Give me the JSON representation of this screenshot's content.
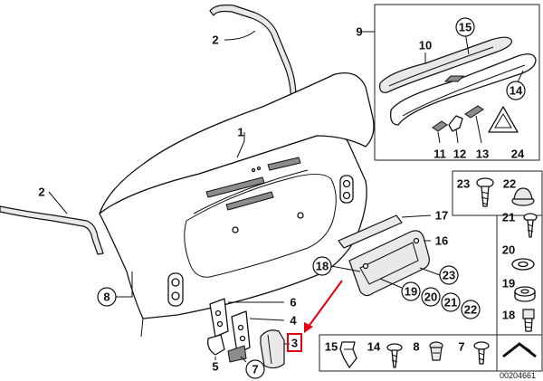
{
  "callouts": {
    "n1": "1",
    "n2a": "2",
    "n2b": "2",
    "n3": "3",
    "n4": "4",
    "n5": "5",
    "n6": "6",
    "n7a": "7",
    "n7b": "7",
    "n8a": "8",
    "n8b": "8",
    "n9": "9",
    "n10": "10",
    "n11": "11",
    "n12": "12",
    "n13": "13",
    "n14a": "14",
    "n14b": "14",
    "n15a": "15",
    "n15b": "15",
    "n16": "16",
    "n17": "17",
    "n18a": "18",
    "n18b": "18",
    "n19a": "19",
    "n19b": "19",
    "n20a": "20",
    "n20b": "20",
    "n21a": "21",
    "n21b": "21",
    "n22a": "22",
    "n22b": "22",
    "n23a": "23",
    "n23b": "23",
    "n24": "24"
  },
  "diagram_code": "00204661",
  "colors": {
    "highlight": "#e3000f",
    "arrow": "#e3000f",
    "line": "#111111",
    "part_fill_grey": "#e9e9e9"
  }
}
